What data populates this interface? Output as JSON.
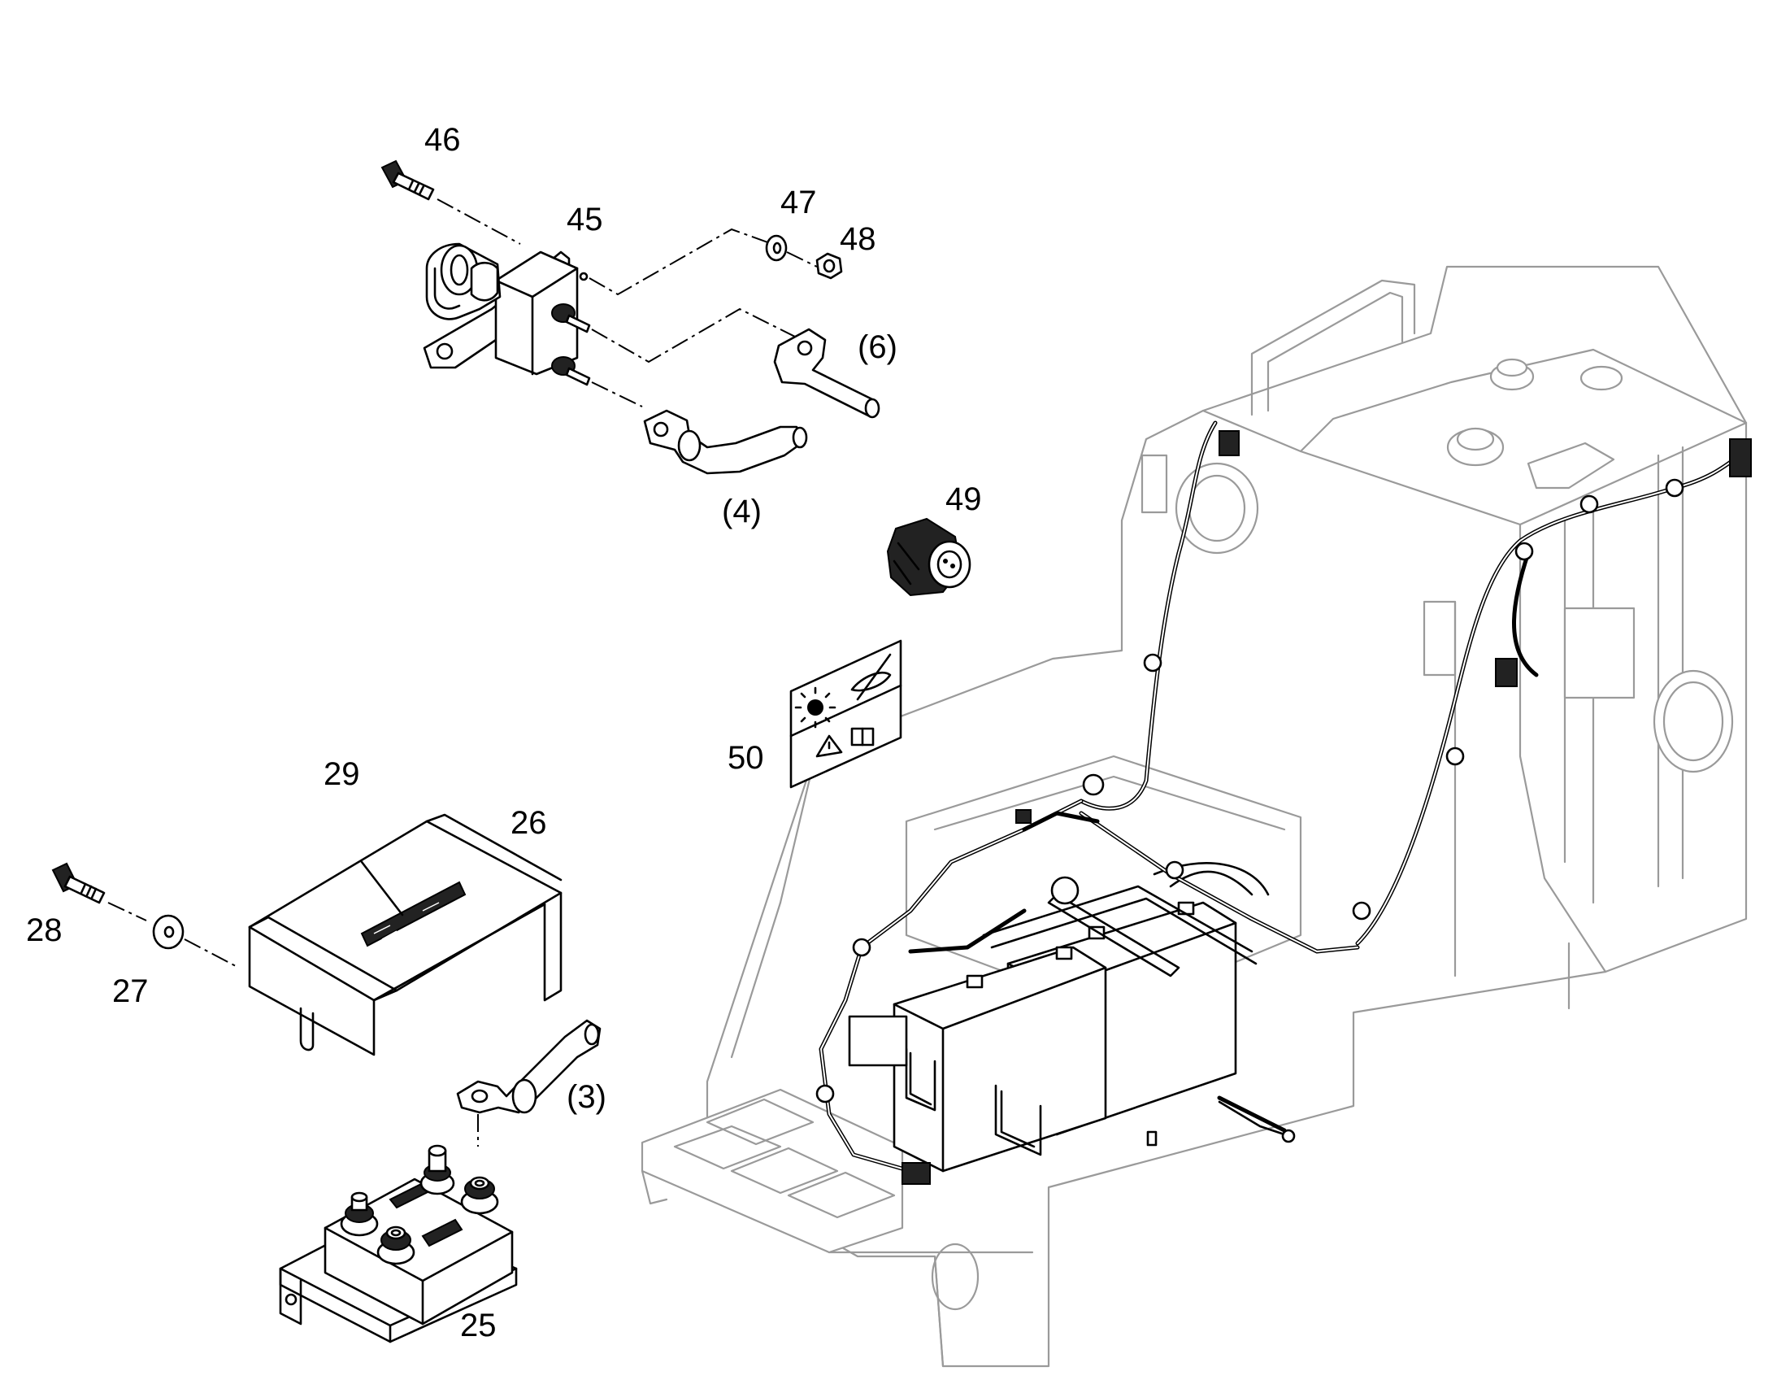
{
  "callouts": {
    "c46": "46",
    "c45": "45",
    "c47": "47",
    "c48": "48",
    "c6": "(6)",
    "c4": "(4)",
    "c49": "49",
    "c50": "50",
    "c29": "29",
    "c26": "26",
    "c28": "28",
    "c27": "27",
    "c3": "(3)",
    "c25": "25"
  }
}
